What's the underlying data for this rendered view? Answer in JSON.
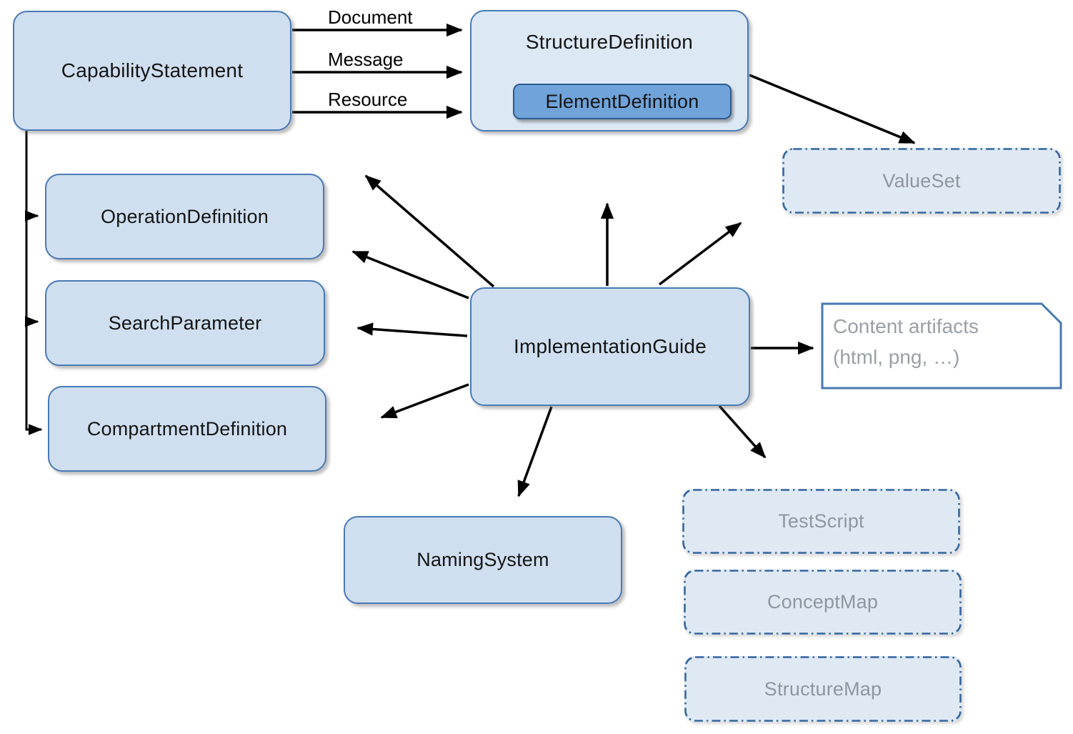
{
  "nodes": {
    "capability_statement": "CapabilityStatement",
    "structure_definition": "StructureDefinition",
    "element_definition": "ElementDefinition",
    "value_set": "ValueSet",
    "operation_definition": "OperationDefinition",
    "search_parameter": "SearchParameter",
    "compartment_definition": "CompartmentDefinition",
    "implementation_guide": "ImplementationGuide",
    "naming_system": "NamingSystem",
    "test_script": "TestScript",
    "concept_map": "ConceptMap",
    "structure_map": "StructureMap",
    "content_artifacts_line1": "Content artifacts",
    "content_artifacts_line2": "(html, png, …)"
  },
  "edge_labels": {
    "document": "Document",
    "message": "Message",
    "resource": "Resource"
  },
  "colors": {
    "solid_box_fill": "#cfdff0",
    "solid_box_border": "#4a7ab5",
    "structure_definition_fill": "#dce8f4",
    "element_definition_fill": "#6fa3d9",
    "element_definition_border": "#2f5b8f",
    "dashed_box_fill": "#dfe9f4",
    "dashed_box_border": "#35669e",
    "note_border": "#4878b0",
    "muted_text": "#9aa0a6",
    "arrow_color": "#000000"
  }
}
